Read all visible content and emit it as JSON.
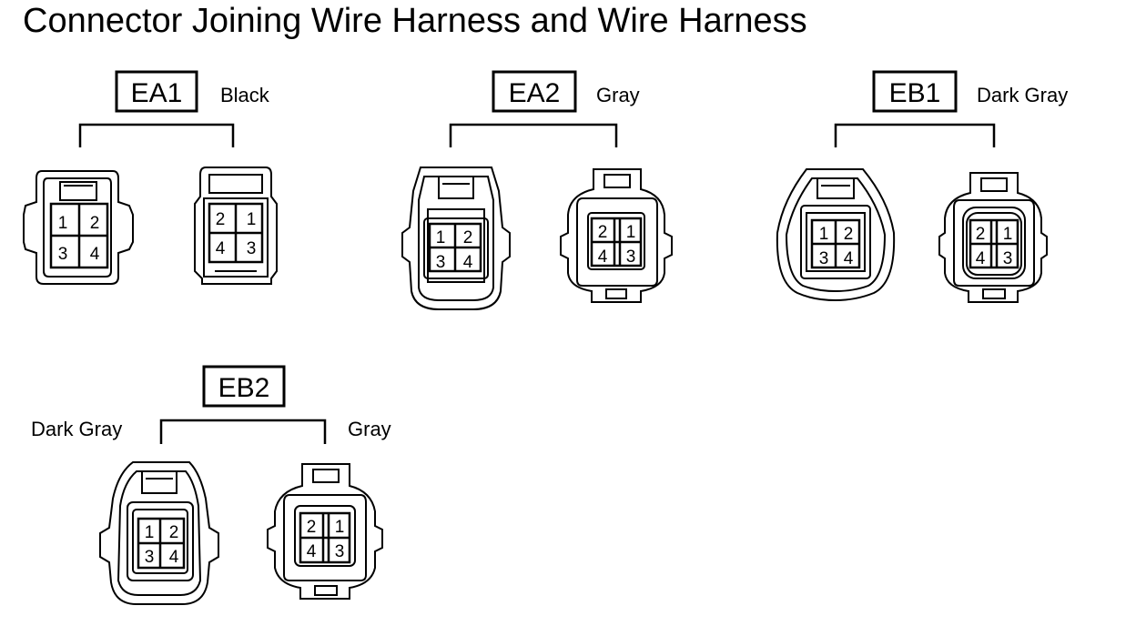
{
  "title": "Connector Joining Wire Harness and Wire Harness",
  "connectors": [
    {
      "code": "EA1",
      "color": "Black",
      "female": {
        "pins": [
          "1",
          "2",
          "3",
          "4"
        ]
      },
      "male": {
        "pins": [
          "2",
          "1",
          "4",
          "3"
        ]
      }
    },
    {
      "code": "EA2",
      "color": "Gray",
      "female": {
        "pins": [
          "1",
          "2",
          "3",
          "4"
        ]
      },
      "male": {
        "pins": [
          "2",
          "1",
          "4",
          "3"
        ]
      }
    },
    {
      "code": "EB1",
      "color": "Dark Gray",
      "female": {
        "pins": [
          "1",
          "2",
          "3",
          "4"
        ]
      },
      "male": {
        "pins": [
          "2",
          "1",
          "4",
          "3"
        ]
      }
    },
    {
      "code": "EB2",
      "left_color": "Dark Gray",
      "right_color": "Gray",
      "female": {
        "pins": [
          "1",
          "2",
          "3",
          "4"
        ]
      },
      "male": {
        "pins": [
          "2",
          "1",
          "4",
          "3"
        ]
      }
    }
  ],
  "colors": {
    "line": "#000000",
    "background": "#ffffff"
  }
}
